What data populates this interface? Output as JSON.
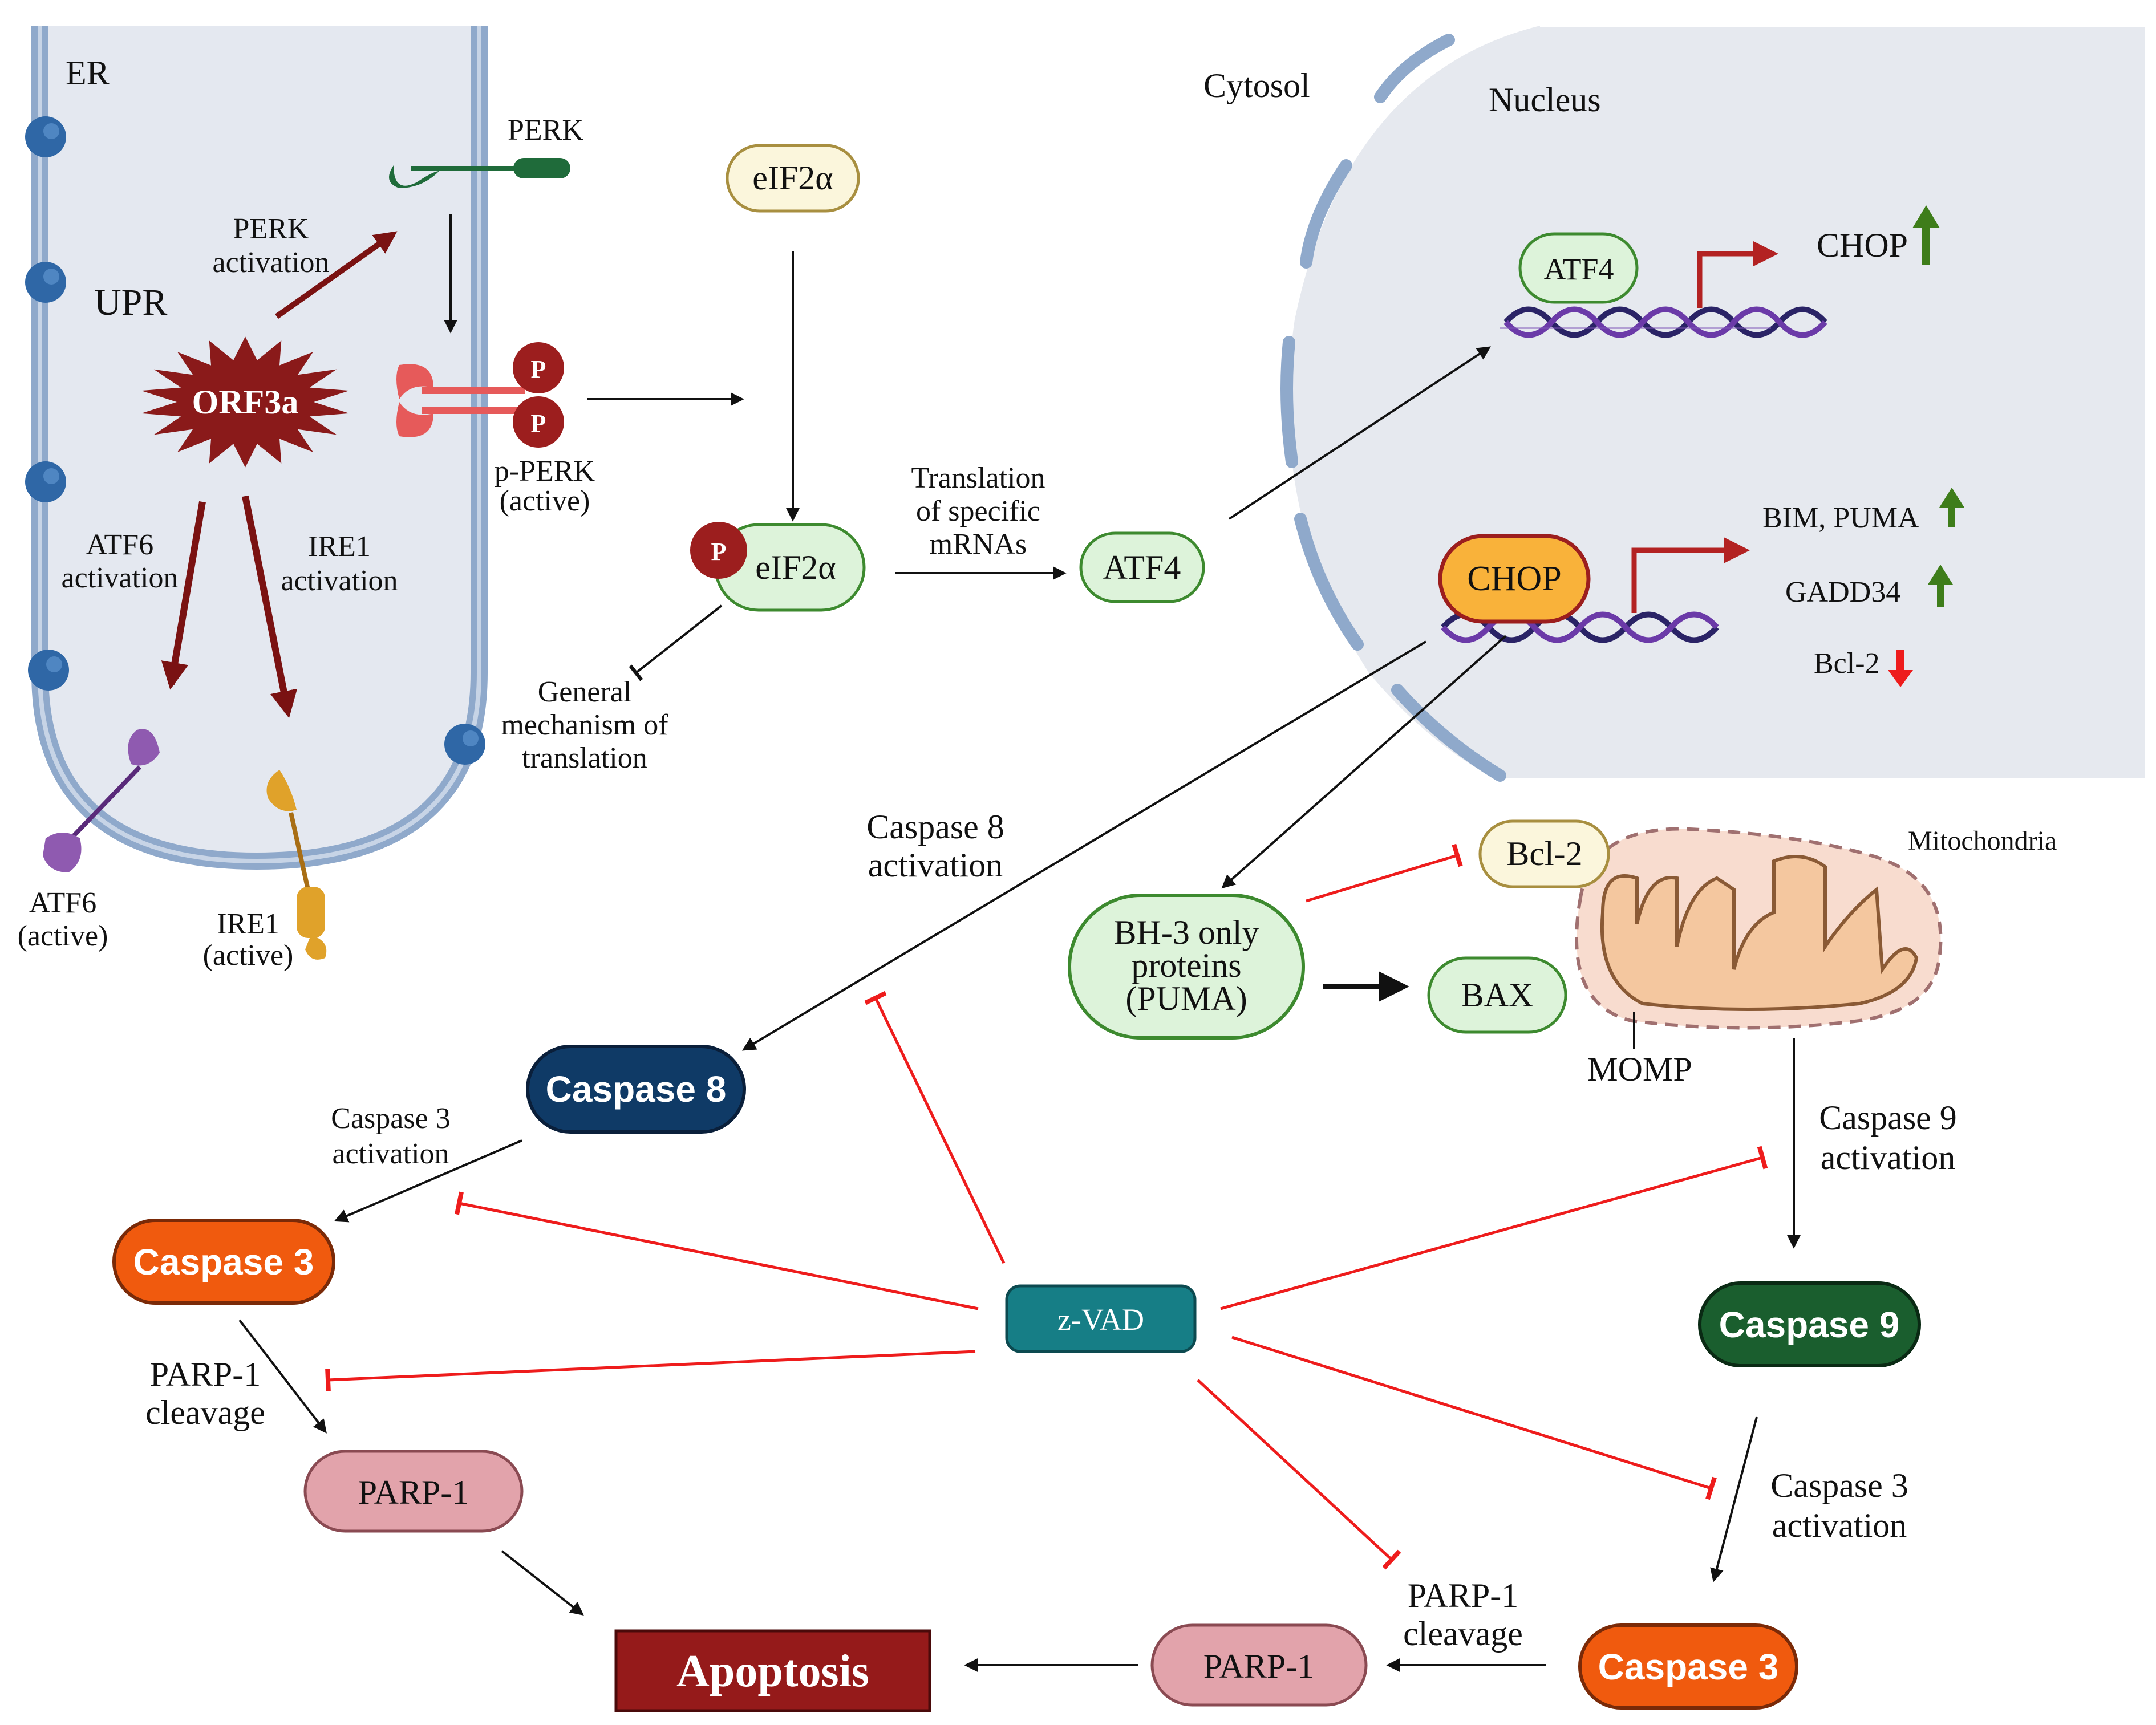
{
  "colors": {
    "er_fill": "#e4e8f0",
    "membrane": "#8fa9cb",
    "arrow_dark_red": "#7a1212",
    "inhibit_red": "#ee1c1c",
    "orf3a": "#8a1a1a",
    "green_node_fill": "#ddf3da",
    "green_node_stroke": "#3d8a2f",
    "yellow_node_fill": "#fbf6dc",
    "yellow_node_stroke": "#a88f40",
    "caspase8": "#0f3a66",
    "caspase3": "#f05a0e",
    "caspase9": "#1a5e2e",
    "zvad": "#167e86",
    "parp": "#e2a3ab",
    "apoptosis": "#951a1a",
    "chop": "#f9b23a",
    "up_arrow": "#3e7d1a",
    "down_arrow": "#ee1c1c",
    "mito_fill": "#f8dccf",
    "mito_inner": "#f4c79f"
  },
  "regions": {
    "er": "ER",
    "upr": "UPR",
    "cytosol": "Cytosol",
    "nucleus": "Nucleus",
    "mitochondria": "Mitochondria"
  },
  "er": {
    "perk": "PERK",
    "perk_activation": [
      "PERK",
      "activation"
    ],
    "orf3a": "ORF3a",
    "p_symbol": "P",
    "p_perk": [
      "p-PERK",
      "(active)"
    ],
    "atf6_activation": [
      "ATF6",
      "activation"
    ],
    "ire1_activation": [
      "IRE1",
      "activation"
    ],
    "atf6_active": [
      "ATF6",
      "(active)"
    ],
    "ire1_active": [
      "IRE1",
      "(active)"
    ]
  },
  "cytosol": {
    "eif2a": "eIF2α",
    "p_eif2a": "eIF2α",
    "p_symbol": "P",
    "translation_specific": [
      "Translation",
      "of specific",
      "mRNAs"
    ],
    "atf4": "ATF4",
    "general_mechanism": [
      "General",
      "mechanism of",
      "translation"
    ],
    "caspase8_activation": [
      "Caspase 8",
      "activation"
    ]
  },
  "nucleus": {
    "atf4": "ATF4",
    "chop_target": "CHOP",
    "chop": "CHOP",
    "bim_puma": "BIM, PUMA",
    "gadd34": "GADD34",
    "bcl2": "Bcl-2"
  },
  "mito": {
    "bcl2": "Bcl-2",
    "bh3": [
      "BH-3 only",
      "proteins",
      "(PUMA)"
    ],
    "bax": "BAX",
    "momp": "MOMP",
    "caspase9_activation": [
      "Caspase 9",
      "activation"
    ]
  },
  "caspases": {
    "caspase8": "Caspase 8",
    "caspase3_left": "Caspase 3",
    "caspase3_activation_left": [
      "Caspase 3",
      "activation"
    ],
    "parp_cleavage_left": [
      "PARP-1",
      "cleavage"
    ],
    "parp1_left": "PARP-1",
    "zvad": "z-VAD",
    "caspase9": "Caspase 9",
    "caspase3_activation_right": [
      "Caspase 3",
      "activation"
    ],
    "caspase3_right": "Caspase 3",
    "parp_cleavage_right": [
      "PARP-1",
      "cleavage"
    ],
    "parp1_right": "PARP-1",
    "apoptosis": "Apoptosis"
  }
}
